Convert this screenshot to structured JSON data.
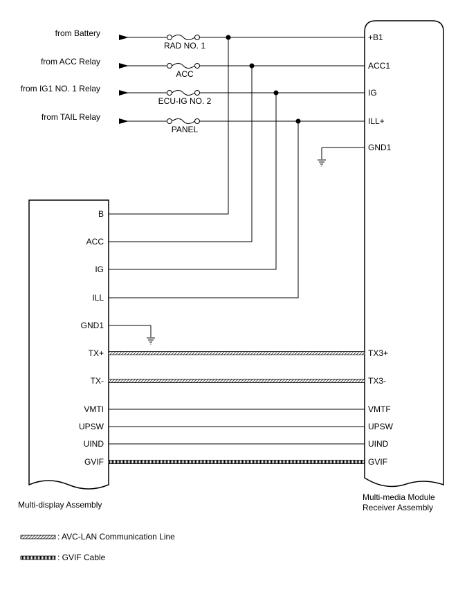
{
  "sources": [
    {
      "text": "from Battery",
      "fuse": "RAD NO. 1",
      "rx_pin": "+B1",
      "md_pin": "B"
    },
    {
      "text": "from ACC Relay",
      "fuse": "ACC",
      "rx_pin": "ACC1",
      "md_pin": "ACC"
    },
    {
      "text": "from IG1 NO. 1 Relay",
      "fuse": "ECU-IG NO. 2",
      "rx_pin": "IG",
      "md_pin": "IG"
    },
    {
      "text": "from TAIL Relay",
      "fuse": "PANEL",
      "rx_pin": "ILL+",
      "md_pin": "ILL"
    }
  ],
  "rx_ground_pin": "GND1",
  "md_ground_pin": "GND1",
  "signals": [
    {
      "md_pin": "TX+",
      "rx_pin": "TX3+",
      "kind": "avc"
    },
    {
      "md_pin": "TX-",
      "rx_pin": "TX3-",
      "kind": "avc"
    },
    {
      "md_pin": "VMTI",
      "rx_pin": "VMTF",
      "kind": "wire"
    },
    {
      "md_pin": "UPSW",
      "rx_pin": "UPSW",
      "kind": "wire"
    },
    {
      "md_pin": "UIND",
      "rx_pin": "UIND",
      "kind": "wire"
    },
    {
      "md_pin": "GVIF",
      "rx_pin": "GVIF",
      "kind": "gvif"
    }
  ],
  "components": {
    "left_label": "Multi-display Assembly",
    "right_label_lines": [
      "Multi-media Module",
      "Receiver Assembly"
    ]
  },
  "legend": [
    {
      "kind": "avc",
      "text": ": AVC-LAN Communication Line"
    },
    {
      "kind": "gvif",
      "text": ": GVIF Cable"
    }
  ]
}
